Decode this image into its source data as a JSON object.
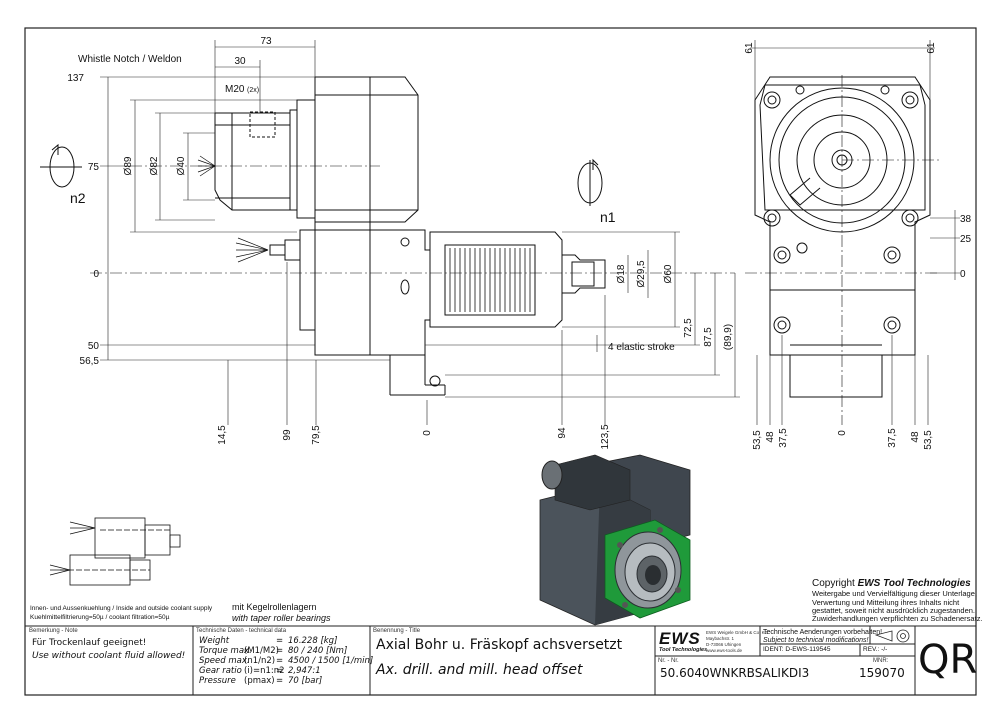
{
  "dimensions": {
    "top_73": "73",
    "top_30": "30",
    "m20": "M20",
    "m20_sub": "(2x)",
    "notch": "Whistle Notch / Weldon",
    "d89": "Ø89",
    "d82": "Ø82",
    "d40": "Ø40",
    "d18": "Ø18",
    "d29_5": "Ø29,5",
    "d60": "Ø60",
    "left_137": "137",
    "left_75": "75",
    "left_0": "0",
    "left_50": "50",
    "left_56_5": "56,5",
    "n2": "n2",
    "n1": "n1",
    "elastic": "4 elastic stroke",
    "v72_5": "72,5",
    "v87_5": "87,5",
    "v89_9": "(89,9)",
    "bottom_14_5": "14,5",
    "bottom_99": "99",
    "bottom_79_5": "79,5",
    "bottom_0": "0",
    "bottom_94": "94",
    "bottom_123_5": "123,5",
    "side_61_left": "61",
    "side_61_right": "61",
    "side_38": "38",
    "side_25": "25",
    "side_0": "0",
    "sb_53_5a": "53,5",
    "sb_48a": "48",
    "sb_37_5a": "37,5",
    "sb_0": "0",
    "sb_37_5b": "37,5",
    "sb_48b": "48",
    "sb_53_5b": "53,5"
  },
  "copyright": {
    "line1_prefix": "Copyright ",
    "line1_brand": "EWS Tool Technologies",
    "line2": "Weitergabe und Vervielfältigung dieser Unterlage,",
    "line3": "Verwertung und Mitteilung ihres Inhalts nicht",
    "line4": "gestattet, soweit nicht ausdrücklich zugestanden.",
    "line5": "Zuwiderhandlungen verpflichten zu Schadenersatz."
  },
  "coolant": {
    "line1": "Innen- und Aussenkuehlung / Inside and outside coolant supply",
    "line2": "Kuehlmittelfiltrierung=50µ / coolant filtration=50µ",
    "bearing_de": "mit Kegelrollenlagern",
    "bearing_en": "with taper roller bearings"
  },
  "remarks": {
    "label": "Bemerkung - Note",
    "de": "Für Trockenlauf geeignet!",
    "en": "Use without coolant fluid allowed!"
  },
  "tech": {
    "label": "Technische Daten - technical data",
    "rows": [
      {
        "name": "Weight",
        "sym": "",
        "eq": "=",
        "val": "16.228 [kg]"
      },
      {
        "name": "Torque max.",
        "sym": "(M1/M2)",
        "eq": "=",
        "val": "80 / 240 [Nm]"
      },
      {
        "name": "Speed max.",
        "sym": "(n1/n2)",
        "eq": "=",
        "val": "4500 / 1500 [1/min]"
      },
      {
        "name": "Gear ratio",
        "sym": "(i)=n1:n2",
        "eq": "=",
        "val": "2,947:1"
      },
      {
        "name": "Pressure",
        "sym": "(pmax)",
        "eq": "=",
        "val": "70 [bar]"
      }
    ]
  },
  "title": {
    "label": "Benennung - Title",
    "de": "Axial Bohr u. Fräskopf achsversetzt",
    "en": "Ax. drill. and mill. head offset",
    "nr_label": "Nr. - Nr.",
    "number": "50.6040WNKRBSALIKDI3"
  },
  "company": {
    "logo": "EWS",
    "logo_sub": "Tool Technologies",
    "addr1": "EWS Weigele GmbH & Co. KG",
    "addr2": "Maybachstr. 1",
    "addr3": "D-73066 Uhingen",
    "addr4": "www.ews-tools.de",
    "change_de": "Technische Aenderungen vorbehalten!",
    "change_en": "Subject to technical modifications!",
    "ident": "IDENT: D-EWS-119545",
    "rev": "REV.: -/-",
    "mnr_label": "MNR:",
    "mnr": "159070",
    "qr": "QR"
  }
}
